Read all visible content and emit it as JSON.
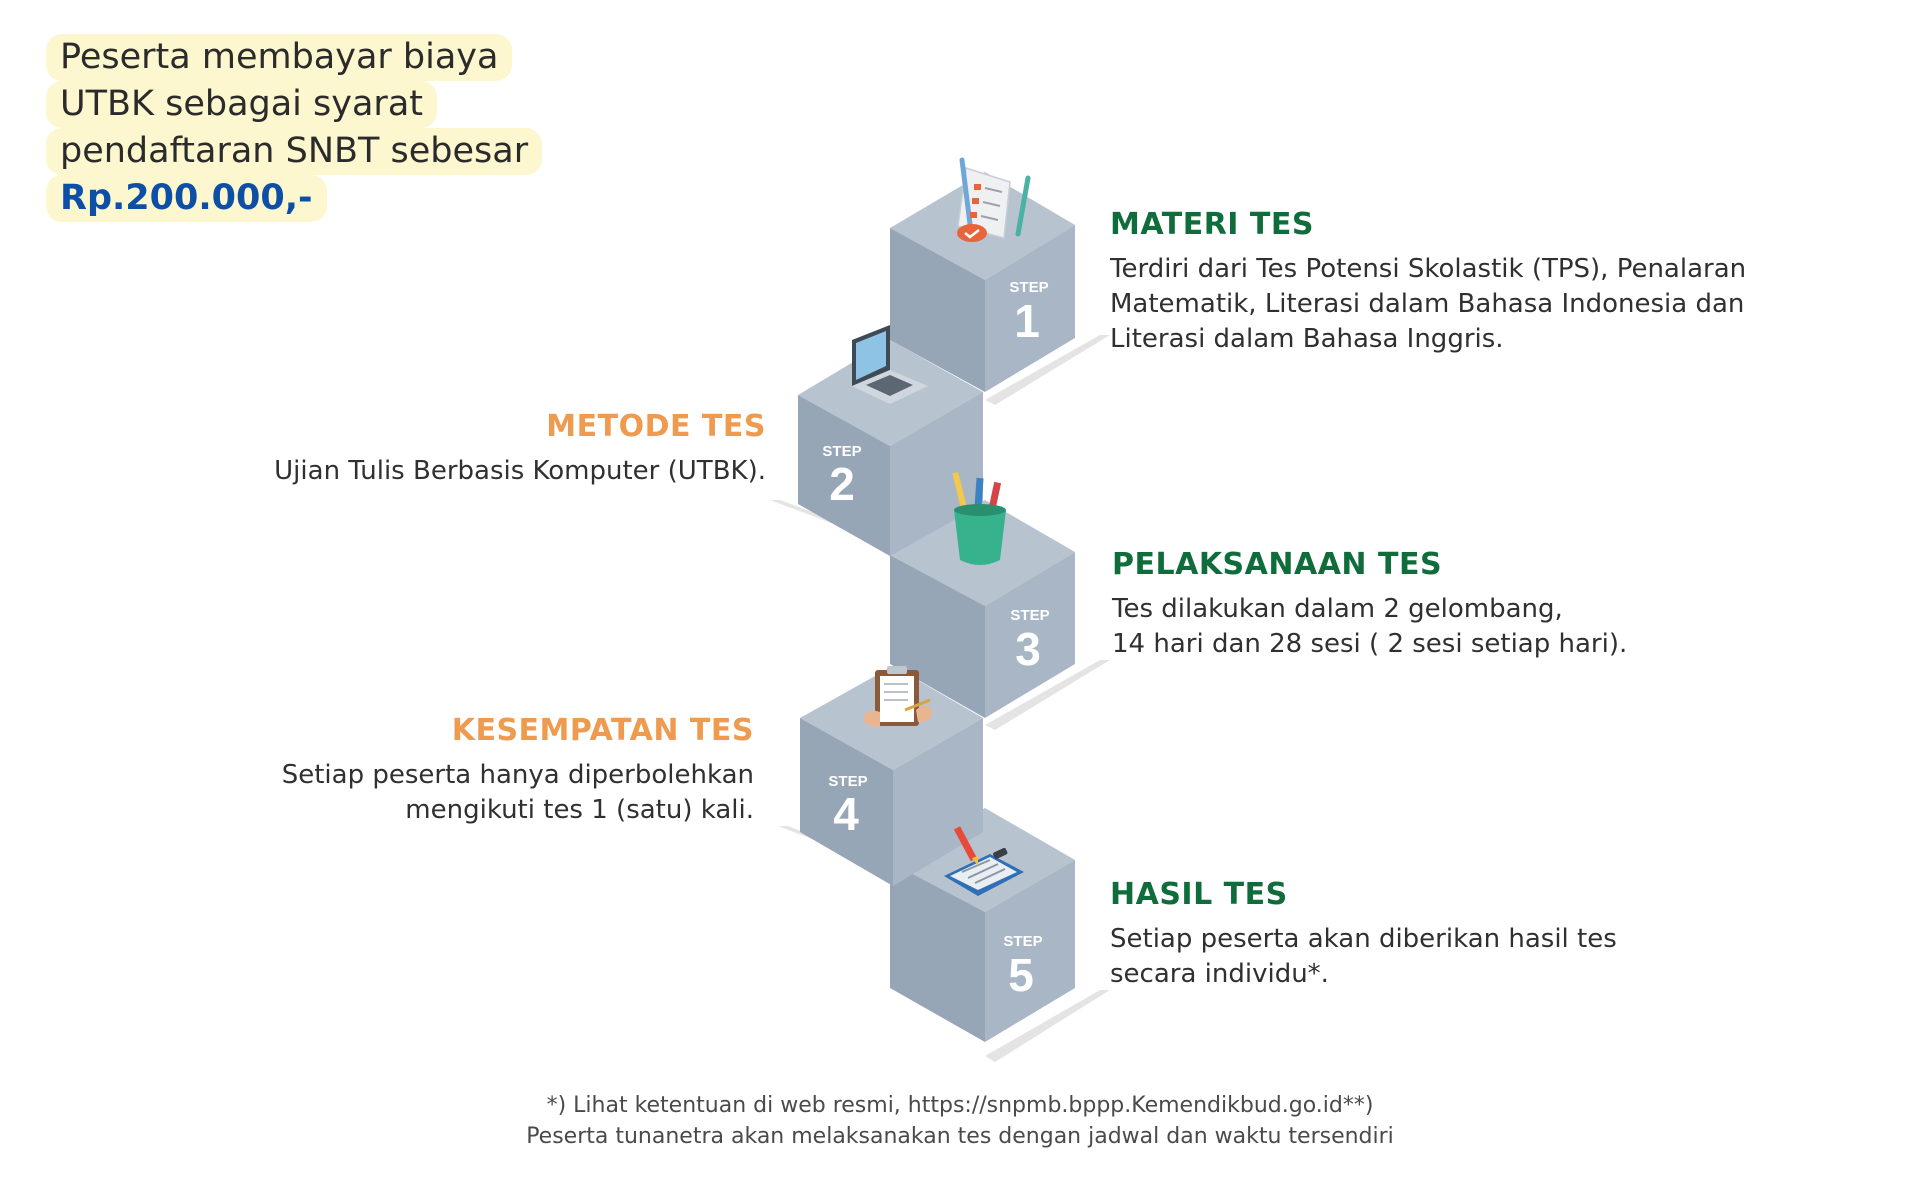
{
  "fee": {
    "line1": "Peserta membayar biaya",
    "line2": "UTBK sebagai syarat",
    "line3": "pendaftaran SNBT sebesar",
    "amount": "Rp.200.000,-"
  },
  "step_label": "STEP",
  "steps": [
    {
      "number": "1",
      "title": "MATERI TES",
      "text": "Terdiri dari Tes Potensi Skolastik (TPS), Penalaran\nMatematik, Literasi dalam Bahasa Indonesia dan\nLiterasi dalam Bahasa Inggris.",
      "icon": "checklist-icon"
    },
    {
      "number": "2",
      "title": "METODE TES",
      "text": "Ujian Tulis Berbasis Komputer (UTBK).",
      "icon": "laptop-icon"
    },
    {
      "number": "3",
      "title": "PELAKSANAAN TES",
      "text": "Tes dilakukan dalam 2 gelombang,\n14 hari dan 28 sesi ( 2 sesi setiap hari).",
      "icon": "pencil-cup-icon"
    },
    {
      "number": "4",
      "title": "KESEMPATAN TES",
      "text": "Setiap peserta hanya diperbolehkan\nmengikuti tes 1 (satu) kali.",
      "icon": "clipboard-icon"
    },
    {
      "number": "5",
      "title": "HASIL TES",
      "text": "Setiap peserta akan diberikan hasil tes\nsecara individu*.",
      "icon": "result-sheet-icon"
    }
  ],
  "colors": {
    "title_green": "#0f6c3b",
    "title_orange": "#ee9a4f",
    "fee_bg": "#fdf7cf",
    "fee_amount": "#0e4fa6",
    "cube_top": "#b8c3d0",
    "cube_left": "#97a6b6",
    "cube_right": "#a8b6c5"
  },
  "footer": {
    "line1": "*) Lihat ketentuan di web resmi, https://snpmb.bppp.Kemendikbud.go.id**)",
    "line2": "Peserta tunanetra akan melaksanakan tes dengan jadwal dan waktu tersendiri"
  }
}
